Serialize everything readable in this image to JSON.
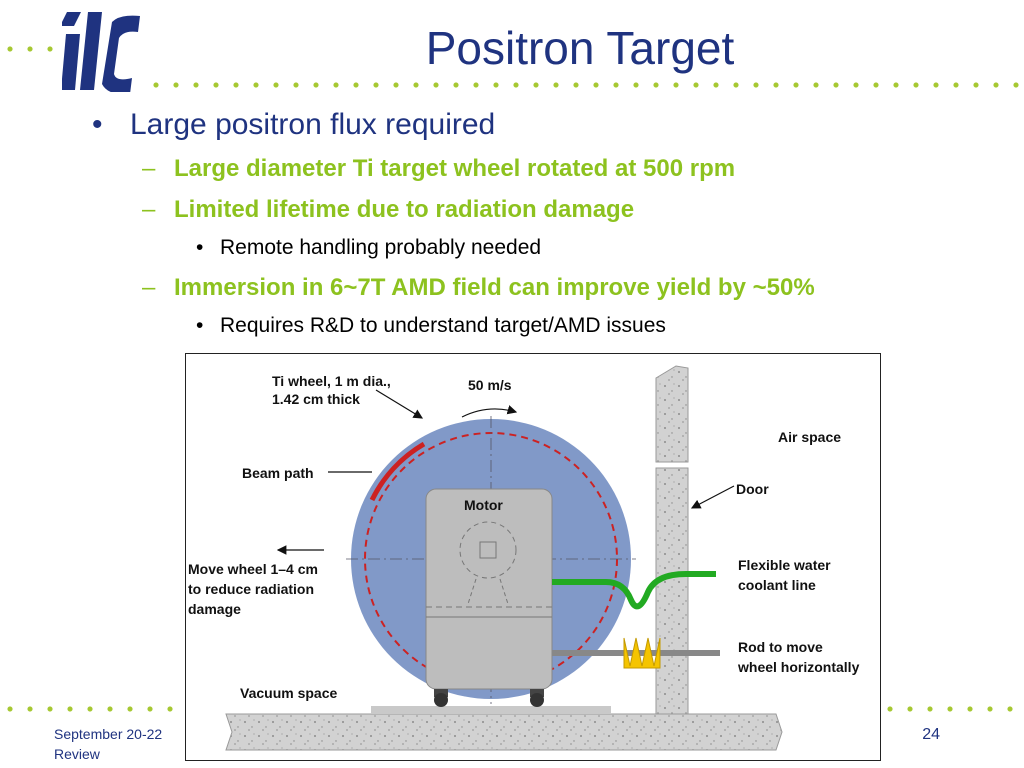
{
  "slide": {
    "title": "Positron Target",
    "bullets": [
      {
        "marker": "•",
        "text": "Large positron flux required"
      }
    ],
    "dashes": [
      {
        "marker": "–",
        "text": "Large diameter Ti target wheel rotated at 500 rpm"
      },
      {
        "marker": "–",
        "text": "Limited lifetime due to radiation damage"
      },
      {
        "marker": "–",
        "text": "Immersion in 6~7T AMD field can improve yield by ~50%"
      }
    ],
    "subbullets": [
      {
        "marker": "•",
        "text": "Remote handling probably needed"
      },
      {
        "marker": "•",
        "text": "Requires R&D to understand target/AMD issues"
      }
    ]
  },
  "diagram": {
    "wheel_label_1": "Ti wheel, 1 m dia.,",
    "wheel_label_2": "1.42 cm thick",
    "speed_label": "50 m/s",
    "air_space": "Air space",
    "beam_path": "Beam path",
    "motor": "Motor",
    "door": "Door",
    "move_1": "Move wheel 1–4 cm",
    "move_2": "to reduce radiation",
    "move_3": "damage",
    "coolant_1": "Flexible water",
    "coolant_2": "coolant line",
    "rod_1": "Rod to move",
    "rod_2": "wheel horizontally",
    "vacuum": "Vacuum space"
  },
  "footer": {
    "date_line1": "September 20-22",
    "date_line2": "Review",
    "page_number": "24"
  },
  "colors": {
    "title_blue": "#1f3380",
    "accent_green": "#8dc21f",
    "dot_green": "#a6c832",
    "wheel_blue": "#8199c8",
    "beam_red": "#cc2222",
    "coolant_green": "#22aa22",
    "bellows_yellow": "#f5c400"
  }
}
